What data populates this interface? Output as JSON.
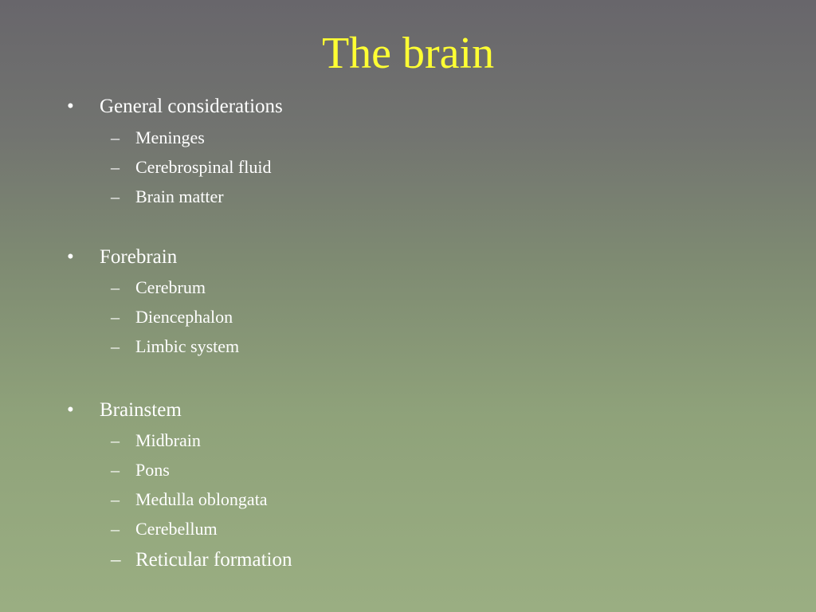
{
  "slide": {
    "title": "The brain",
    "bullet_mark": "•",
    "sub_mark": "–",
    "sections": [
      {
        "heading": "General considerations",
        "items": [
          "Meninges",
          "Cerebrospinal fluid",
          "Brain matter"
        ]
      },
      {
        "heading": "Forebrain",
        "items": [
          "Cerebrum",
          "Diencephalon",
          "Limbic system"
        ]
      },
      {
        "heading": "Brainstem",
        "items": [
          "Midbrain",
          "Pons",
          "Medulla oblongata",
          "Cerebellum",
          "Reticular formation"
        ]
      }
    ]
  },
  "colors": {
    "title": "#ffff33",
    "text": "#ffffff",
    "background_top": "#68666b",
    "background_bottom": "#9aae82"
  }
}
